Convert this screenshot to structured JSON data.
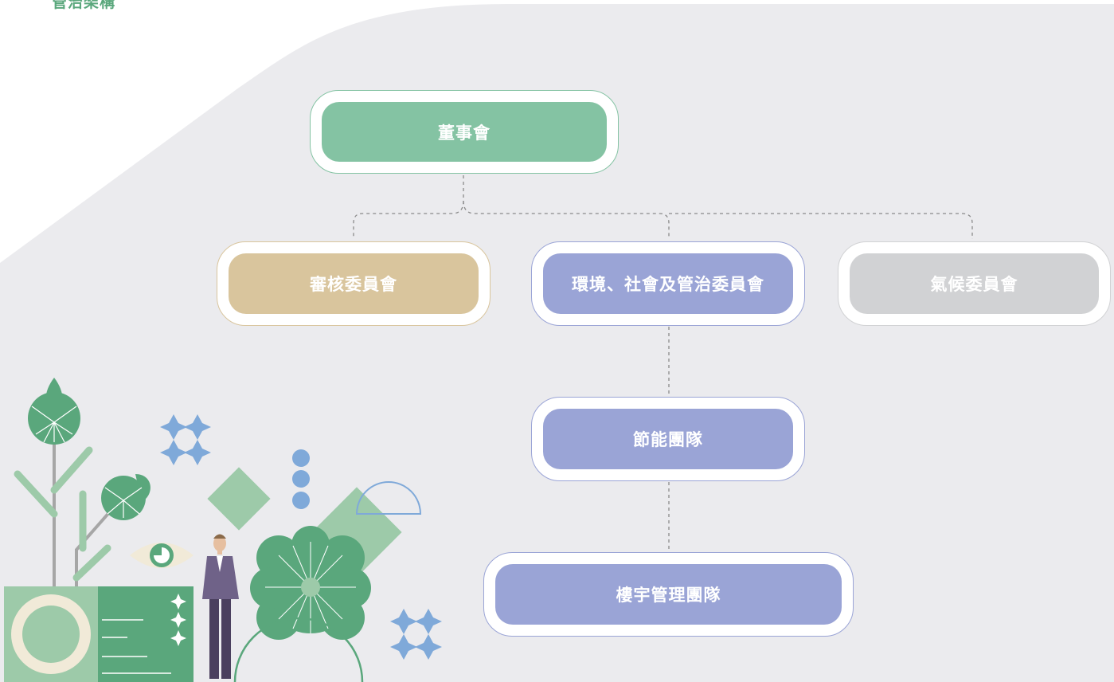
{
  "page": {
    "heading": "管治架構"
  },
  "org_chart": {
    "board": {
      "label": "董事會",
      "color": "#84c3a3",
      "border": "#84c3a3"
    },
    "committees": [
      {
        "label": "審核委員會",
        "color": "#d9c59d",
        "border": "#d9c59d"
      },
      {
        "label": "環境、社會及管治委員會",
        "color": "#9aa4d6",
        "border": "#9aa4d6"
      },
      {
        "label": "氣候委員會",
        "color": "#d1d2d4",
        "border": "#d1d2d4"
      }
    ],
    "teams": [
      {
        "label": "節能團隊",
        "color": "#9aa4d6",
        "border": "#9aa4d6"
      },
      {
        "label": "樓宇管理團隊",
        "color": "#9aa4d6",
        "border": "#9aa4d6"
      }
    ]
  },
  "colors": {
    "background_panel": "#ebebee",
    "connector": "#8a8a8a",
    "green": "#5aa77c",
    "light_green": "#9dcaa9",
    "blue": "#7fa9d9",
    "cream": "#f1ead8"
  },
  "illustration": {
    "icons": [
      "plant-icon",
      "sparkle-icon",
      "eye-icon",
      "person-figure",
      "flower-icon",
      "dots-icon",
      "wave-card-icon"
    ]
  }
}
